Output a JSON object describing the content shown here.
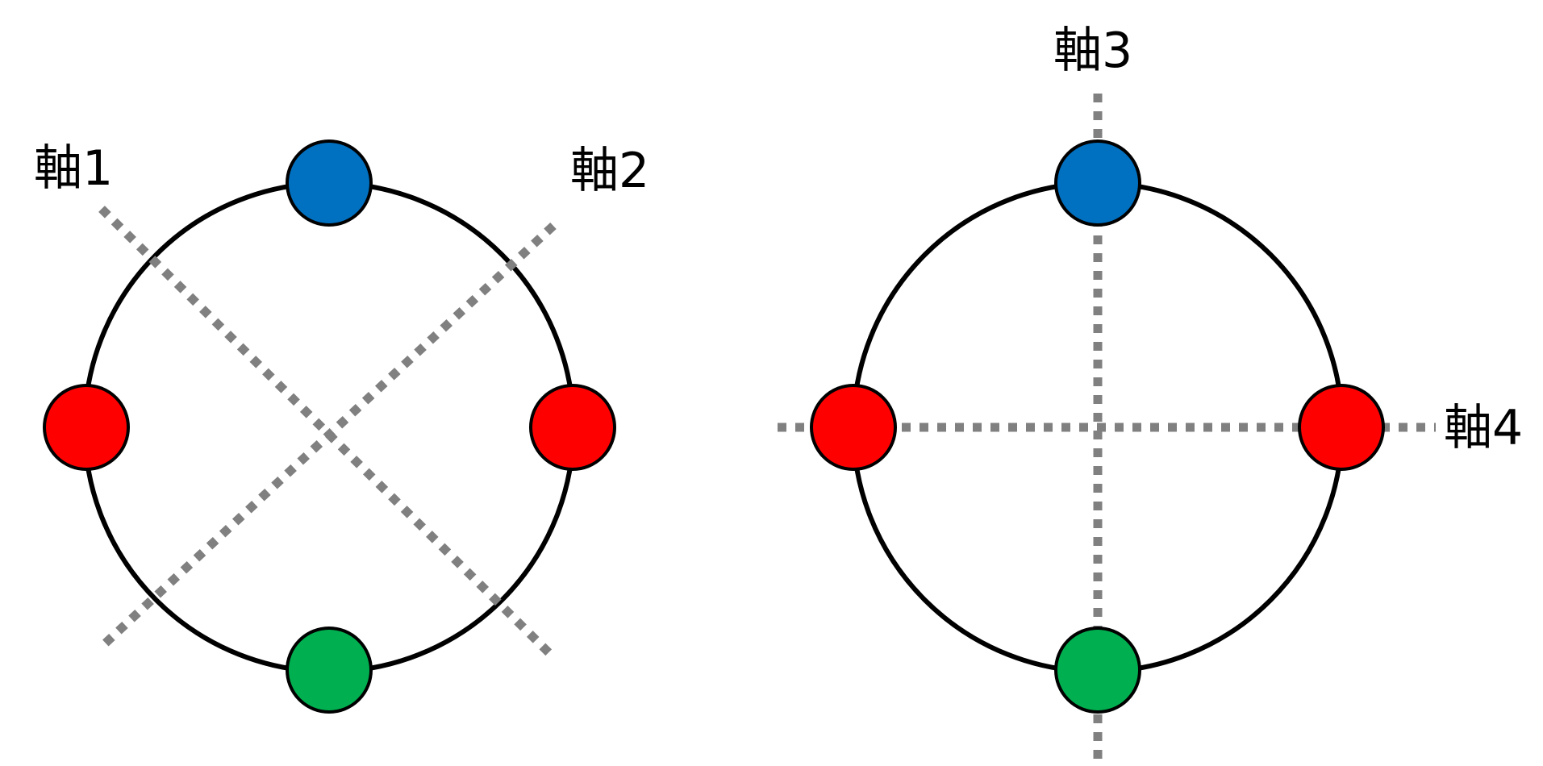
{
  "colors": {
    "background": "#ffffff",
    "ring": "#000000",
    "axis": "#808080",
    "node_outline": "#000000",
    "blue": "#0070c0",
    "red": "#ff0000",
    "green": "#00b050"
  },
  "diagrams": [
    {
      "nodes": [
        {
          "position": "top",
          "color": "blue"
        },
        {
          "position": "left",
          "color": "red"
        },
        {
          "position": "right",
          "color": "red"
        },
        {
          "position": "bottom",
          "color": "green"
        }
      ],
      "axes": [
        {
          "label": "軸1",
          "orientation": "diagonal-top-left-to-bottom-right"
        },
        {
          "label": "軸2",
          "orientation": "diagonal-top-right-to-bottom-left"
        }
      ]
    },
    {
      "nodes": [
        {
          "position": "top",
          "color": "blue"
        },
        {
          "position": "left",
          "color": "red"
        },
        {
          "position": "right",
          "color": "red"
        },
        {
          "position": "bottom",
          "color": "green"
        }
      ],
      "axes": [
        {
          "label": "軸3",
          "orientation": "vertical"
        },
        {
          "label": "軸4",
          "orientation": "horizontal"
        }
      ]
    }
  ]
}
